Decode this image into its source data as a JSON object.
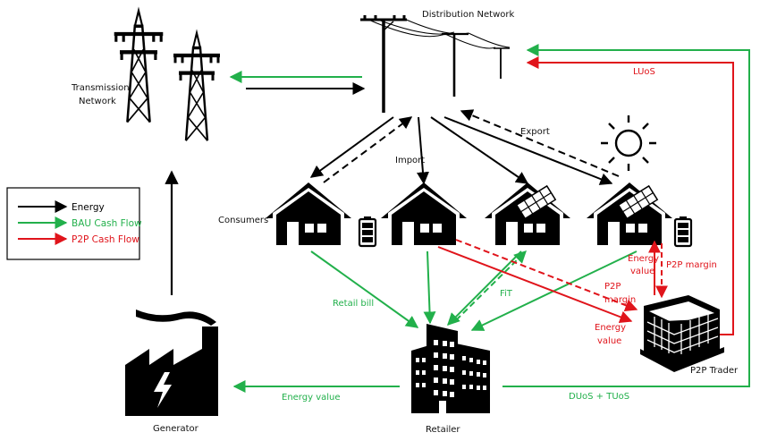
{
  "labels": {
    "distribution_network": "Distribution Network",
    "transmission_line1": "Transmission",
    "transmission_line2": "Network",
    "consumers": "Consumers",
    "import": "Import",
    "export": "Export",
    "luos": "LUoS",
    "retail_bill": "Retail bill",
    "fit": "FiT",
    "energy_value_gen": "Energy value",
    "duos_tuos": "DUoS + TUoS",
    "p2p_margin_right": "P2P margin",
    "energy_value_right_1": "Energy",
    "energy_value_right_2": "value",
    "p2p_margin_left_1": "P2P",
    "p2p_margin_left_2": "margin",
    "energy_value_left_1": "Energy",
    "energy_value_left_2": "value",
    "generator": "Generator",
    "retailer": "Retailer",
    "p2p_trader": "P2P Trader"
  },
  "legend": {
    "items": [
      {
        "label": "Energy",
        "color": "#000000"
      },
      {
        "label": "BAU Cash Flow",
        "color": "#22b04b"
      },
      {
        "label": "P2P Cash Flow",
        "color": "#e0141b"
      }
    ]
  },
  "colors": {
    "energy": "#000000",
    "bau": "#22b04b",
    "p2p": "#e0141b"
  }
}
